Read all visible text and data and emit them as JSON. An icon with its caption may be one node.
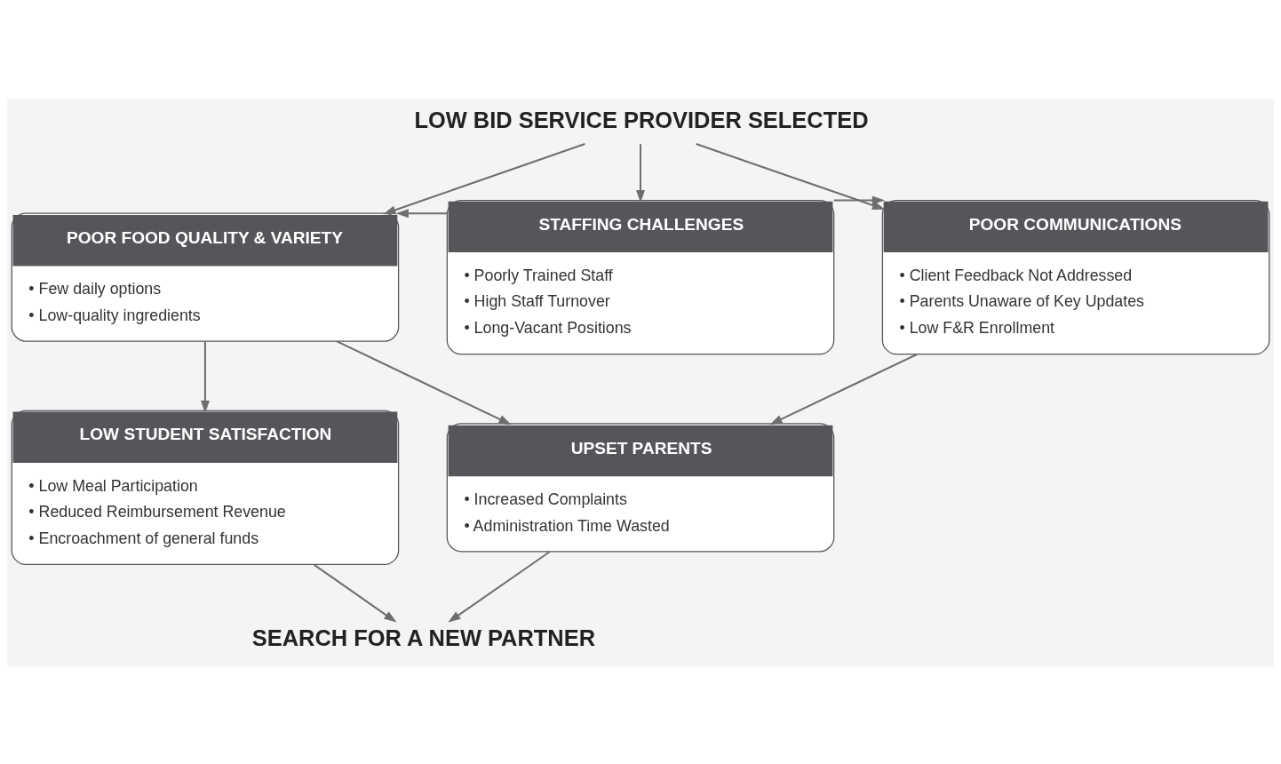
{
  "diagram": {
    "nodes": [
      {
        "text": [
          "LOW BID SERVICE PROVIDER SELECTED"
        ]
      },
      {
        "text": [
          "POOR FOOD QUALITY & VARIETY",
          "• Few daily options",
          "• Low-quality ingredients"
        ]
      },
      {
        "text": [
          "STAFFING CHALLENGES",
          "• Poorly Trained Staff",
          "• High Staff Turnover",
          "• Long-Vacant Positions"
        ]
      },
      {
        "text": [
          "POOR COMMUNICATIONS",
          "• Client Feedback Not Addressed",
          "• Parents Unaware of Key Updates",
          "• Low F&R Enrollment"
        ]
      },
      {
        "text": [
          "LOW STUDENT SATISFACTION",
          "• Low Meal Participation",
          "• Reduced Reimbursement Revenue",
          "• Encroachment of general funds"
        ]
      },
      {
        "text": [
          "UPSET PARENTS",
          "• Increased Complaints",
          "• Administration Time Wasted"
        ]
      },
      {
        "text": [
          "SEARCH FOR A NEW PARTNER"
        ]
      }
    ],
    "edges": [
      {
        "from": 0,
        "to": 1,
        "arrow": "to"
      },
      {
        "from": 0,
        "to": 2,
        "arrow": "to"
      },
      {
        "from": 0,
        "to": 3,
        "arrow": "to"
      },
      {
        "from": 2,
        "to": 1,
        "arrow": "to"
      },
      {
        "from": 2,
        "to": 3,
        "arrow": "to"
      },
      {
        "from": 1,
        "to": 4,
        "arrow": "to"
      },
      {
        "from": 1,
        "to": 5,
        "arrow": "to"
      },
      {
        "from": 3,
        "to": 5,
        "arrow": "to"
      },
      {
        "from": 4,
        "to": 6,
        "arrow": "to"
      },
      {
        "from": 5,
        "to": 6,
        "arrow": "to"
      }
    ]
  }
}
